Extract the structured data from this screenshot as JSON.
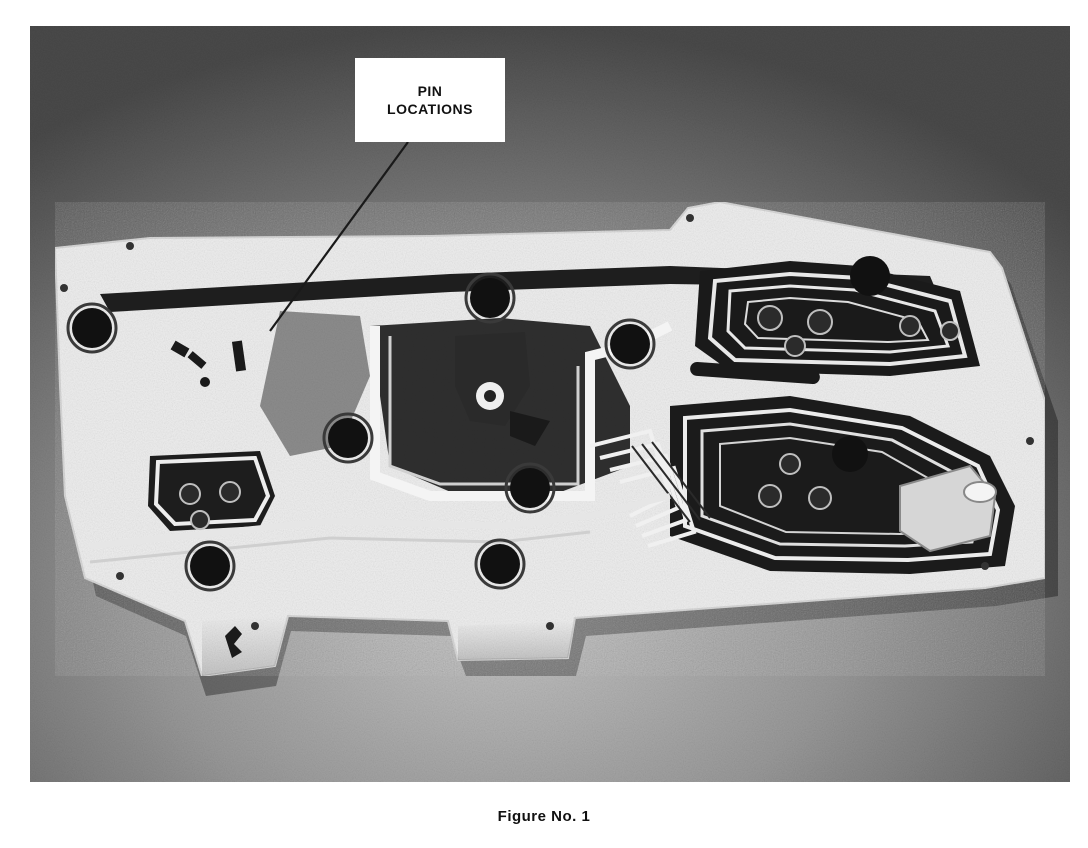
{
  "callout": {
    "line1": "PIN",
    "line2": "LOCATIONS"
  },
  "caption": "Figure No. 1",
  "colors": {
    "photo_background": "#7a7a7a",
    "board": "#f2f2f2",
    "dark": "#151515",
    "text": "#111111"
  }
}
